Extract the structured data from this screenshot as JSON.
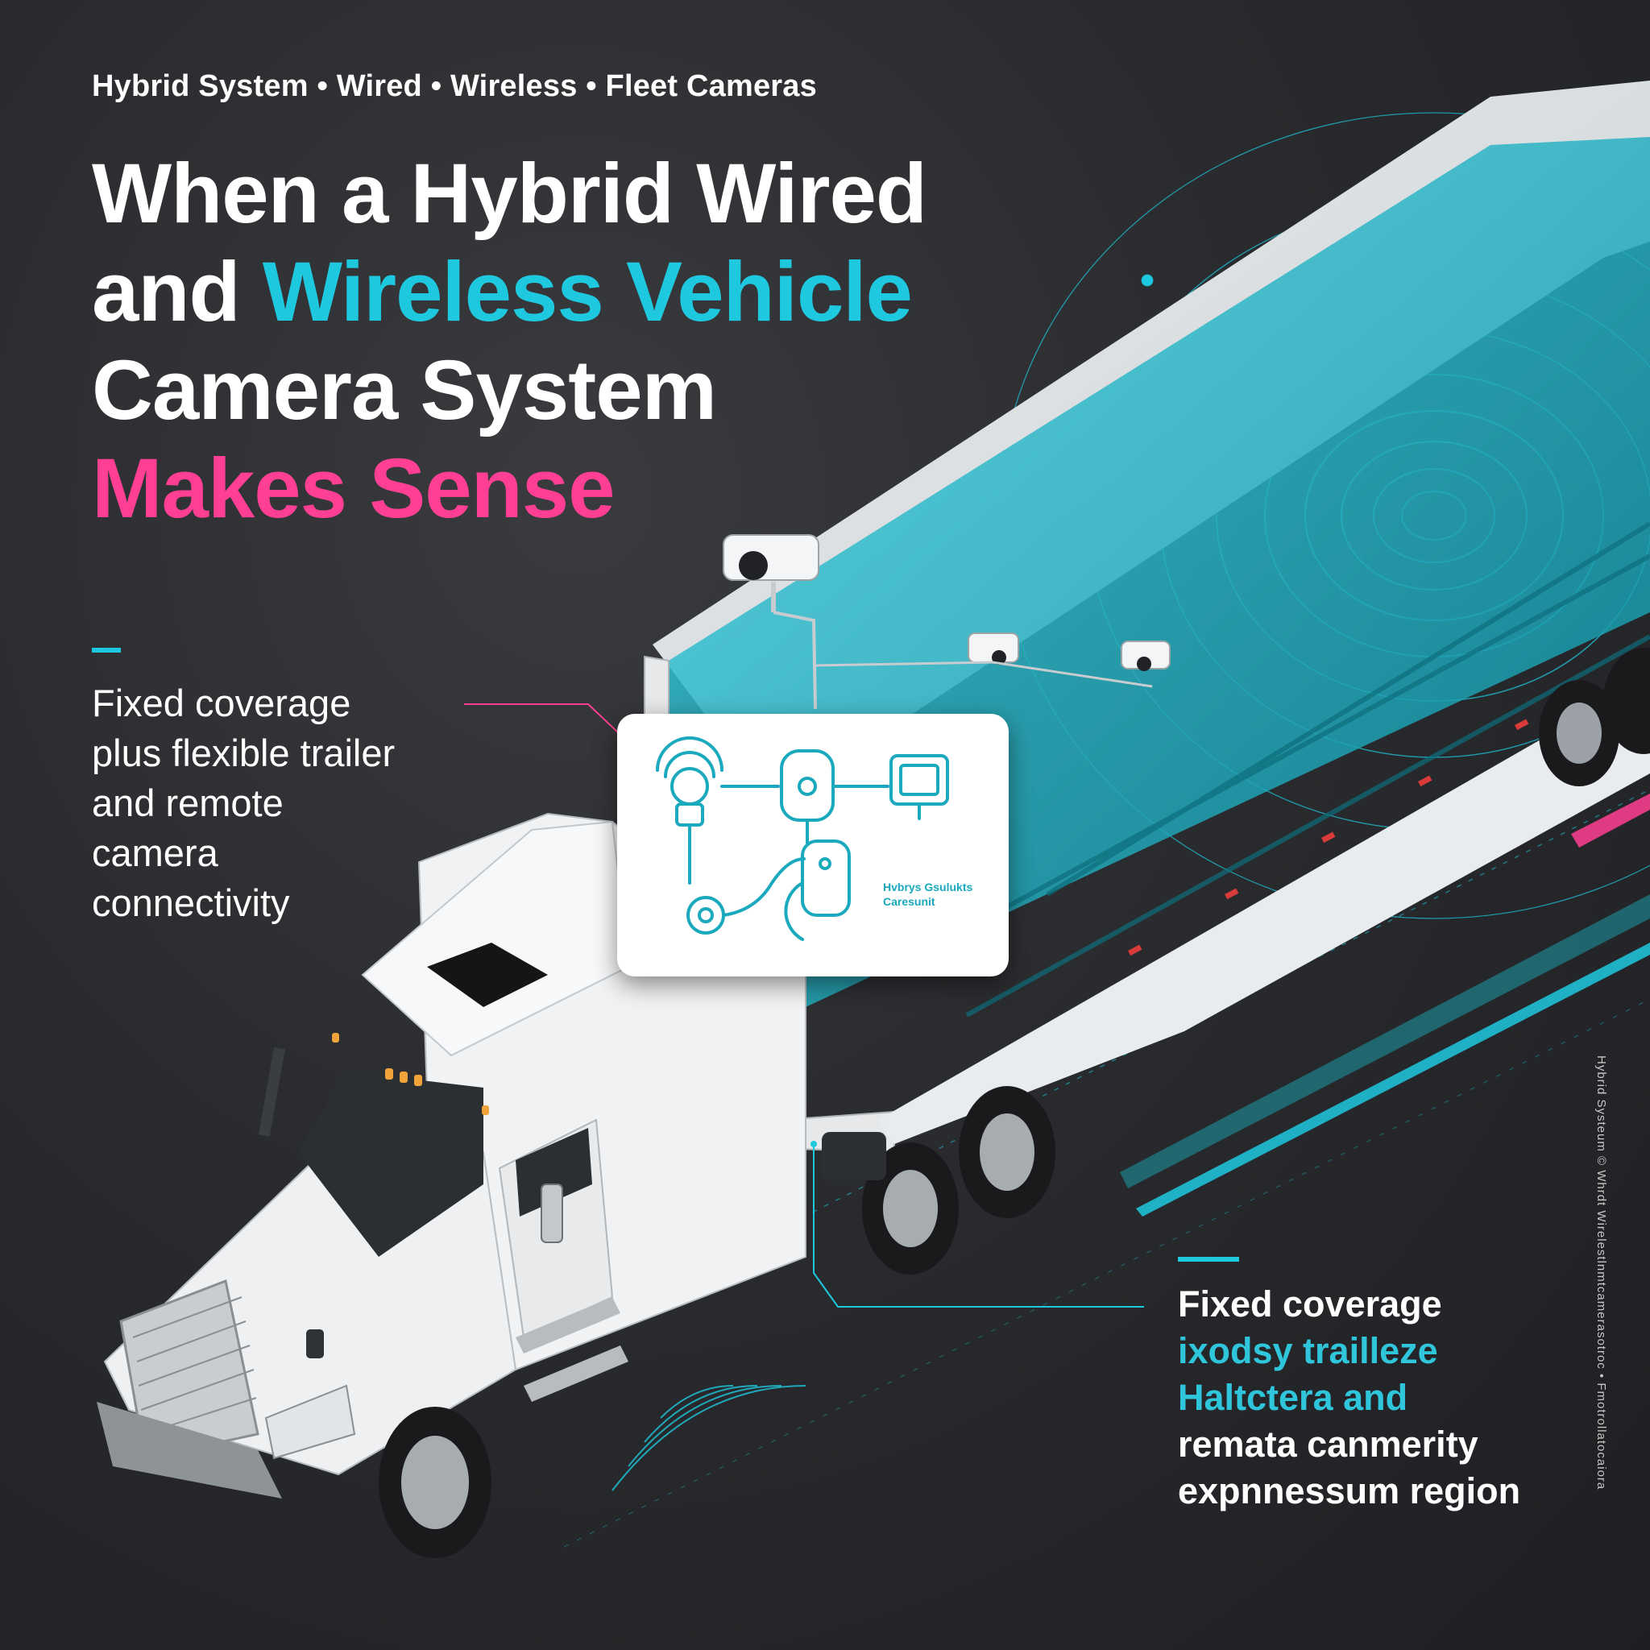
{
  "kicker": "Hybrid System • Wired • Wireless • Fleet Cameras",
  "headline": {
    "line1": "When a Hybrid Wired",
    "line2_white": "and ",
    "line2_cyan": "Wireless Vehicle",
    "line3": "Camera System",
    "line4_pink": "Makes Sense"
  },
  "callout_left": {
    "lines": [
      "Fixed coverage",
      "plus flexible trailer",
      "and remote",
      "camera",
      "connectivity"
    ]
  },
  "callout_right": {
    "lines": [
      "Fixed coverage",
      "ixodsy trailleze",
      "Haltctera and",
      "remata canmerity",
      "expnnessum region"
    ]
  },
  "diagram": {
    "caption_line1": "Hvbrys Gsulukts",
    "caption_line2": "Caresunit",
    "icons": [
      "wireless-camera-icon",
      "camera-module-icon",
      "monitor-icon",
      "connector-icon",
      "receiver-icon"
    ]
  },
  "vertical_credit": "Hybrid Systeum © Whrdt Wirelestlnmtcamerasotroc • Fmotrollatocaiora",
  "colors": {
    "background": "#2a2b2e",
    "accent_cyan": "#1ec9e0",
    "accent_pink": "#ff3f93",
    "truck_white": "#f2f3f4"
  }
}
